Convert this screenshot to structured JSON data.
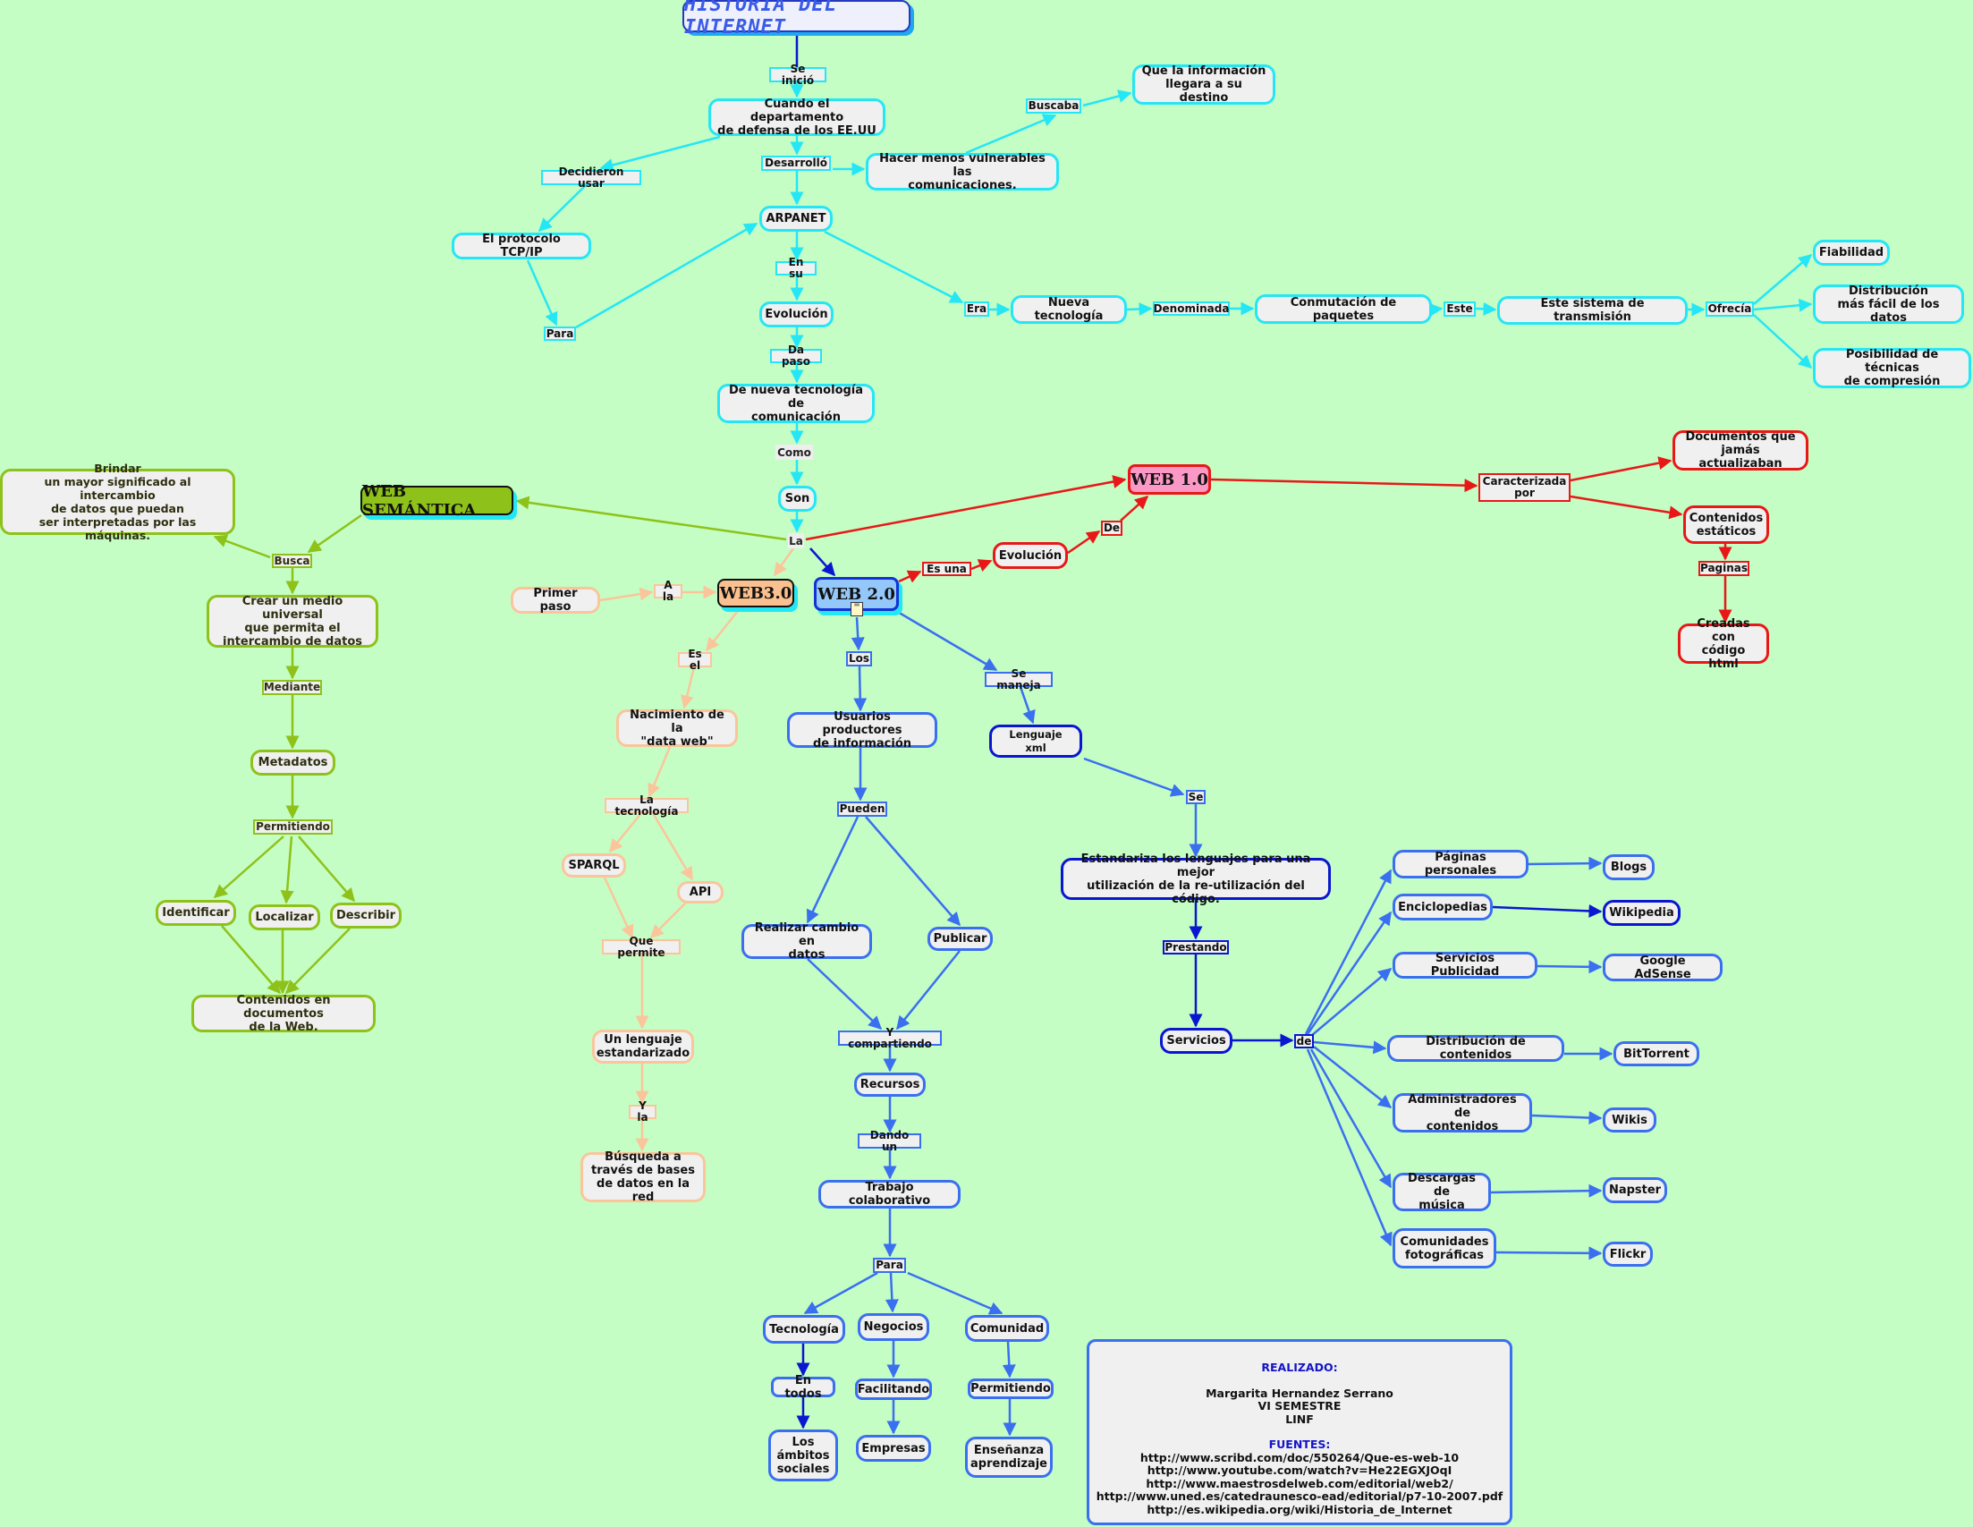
{
  "title": "HISTORIA DEL INTERNET",
  "colors": {
    "background": "#c4fec4",
    "cyan": "#25e6f5",
    "green": "#8ec21a",
    "peach": "#fbc59c",
    "blue": "#3a6ff0",
    "navy": "#0a16cf",
    "red": "#e81818"
  },
  "history": {
    "se_inicio": "Se inició",
    "cuando": "Cuando el departamento\nde defensa de los EE.UU",
    "desarrollo": "Desarrolló",
    "hacer_menos": "Hacer menos vulnerables las\ncomunicaciones.",
    "buscaba": "Buscaba",
    "que_la_info": "Que la información\nllegara a su destino",
    "decidieron": "Decidieron usar",
    "tcpip": "El protocolo TCP/IP",
    "para": "Para",
    "arpanet": "ARPANET",
    "en_su": "En su",
    "evolucion": "Evolución",
    "da_paso": "Da paso",
    "nueva_tec_com": "De nueva tecnología de\ncomunicación",
    "como": "Como",
    "son": "Son",
    "la": "La",
    "era": "Era",
    "nueva_tecnologia": "Nueva tecnología",
    "denominada": "Denominada",
    "conmutacion": "Conmutación de paquetes",
    "este": "Este",
    "este_sistema": "Este sistema de transmisión",
    "ofrecia": "Ofrecía",
    "fiabilidad": "Fiabilidad",
    "distribucion": "Distribución\nmás fácil de los datos",
    "posibilidad": "Posibilidad de técnicas\nde compresión"
  },
  "web1": {
    "hub": "WEB 1.0",
    "es_una": "Es una",
    "evolucion": "Evolución",
    "de": "De",
    "caracterizada": "Caracterizada\npor",
    "documentos": "Documentos que\njamás actualizaban",
    "contenidos": "Contenidos\nestáticos",
    "paginas": "Paginas",
    "creadas": "Creadas con\ncódigo html"
  },
  "semantica": {
    "hub": "WEB SEMÁNTICA",
    "brindar": "Brindar\nun mayor significado al intercambio\nde datos que puedan\nser interpretadas por las máquinas.",
    "busca": "Busca",
    "crear": "Crear un medio universal\nque permita el\nintercambio de datos",
    "mediante": "Mediante",
    "metadatos": "Metadatos",
    "permitiendo": "Permitiendo",
    "identificar": "Identificar",
    "localizar": "Localizar",
    "describir": "Describir",
    "contenidos_doc": "Contenidos en documentos\nde la Web."
  },
  "web3": {
    "hub": "WEB3.0",
    "primer_paso": "Primer paso",
    "a_la": "A la",
    "es_el": "Es el",
    "nacimiento": "Nacimiento de la\n\"data web\"",
    "la_tecnologia": "La tecnología",
    "sparql": "SPARQL",
    "api": "API",
    "que_permite": "Que permite",
    "lenguaje": "Un lenguaje\nestandarizado",
    "y_la": "Y la",
    "busqueda": "Búsqueda a\ntravés de bases\nde datos en la red"
  },
  "web2": {
    "hub": "WEB 2.0",
    "los": "Los",
    "usuarios": "Usuarios productores\nde información",
    "pueden": "Pueden",
    "realizar": "Realizar cambio en\ndatos",
    "publicar": "Publicar",
    "y_compartiendo": "Y compartiendo",
    "recursos": "Recursos",
    "dando_un": "Dando un",
    "trabajo": "Trabajo colaborativo",
    "para": "Para",
    "tecnologia": "Tecnología",
    "negocios": "Negocios",
    "comunidad": "Comunidad",
    "en_todos": "En todos",
    "facilitando": "Facilitando",
    "permitiendo": "Permitiendo",
    "ambitos": "Los\námbitos\nsociales",
    "empresas": "Empresas",
    "ensenanza": "Enseñanza\naprendizaje",
    "se_maneja": "Se maneja",
    "xml": "Lenguaje xml",
    "se": "Se",
    "estandariza": "Estandariza los lenguajes para una mejor\nutilización de la re-utilización del código.",
    "prestando": "Prestando",
    "servicios": "Servicios",
    "de": "de",
    "services": [
      {
        "name": "Páginas personales",
        "example": "Blogs"
      },
      {
        "name": "Enciclopedias",
        "example": "Wikipedia"
      },
      {
        "name": "Servicios Publicidad",
        "example": "Google AdSense"
      },
      {
        "name": "Distribución de contenidos",
        "example": "BitTorrent"
      },
      {
        "name": "Administradores de\ncontenidos",
        "example": "Wikis"
      },
      {
        "name": "Descargas de\nmúsica",
        "example": "Napster"
      },
      {
        "name": "Comunidades\nfotográficas",
        "example": "Flickr"
      }
    ]
  },
  "credits": {
    "realizado_label": "REALIZADO:",
    "author": "Margarita Hernandez Serrano",
    "semester": "VI SEMESTRE",
    "program": "LINF",
    "fuentes_label": "FUENTES:",
    "sources": [
      "http://www.scribd.com/doc/550264/Que-es-web-10",
      "http://www.youtube.com/watch?v=He22EGXJOqI",
      "http://www.maestrosdelweb.com/editorial/web2/",
      "http://www.uned.es/catedraunesco-ead/editorial/p7-10-2007.pdf",
      "http://es.wikipedia.org/wiki/Historia_de_Internet"
    ]
  }
}
